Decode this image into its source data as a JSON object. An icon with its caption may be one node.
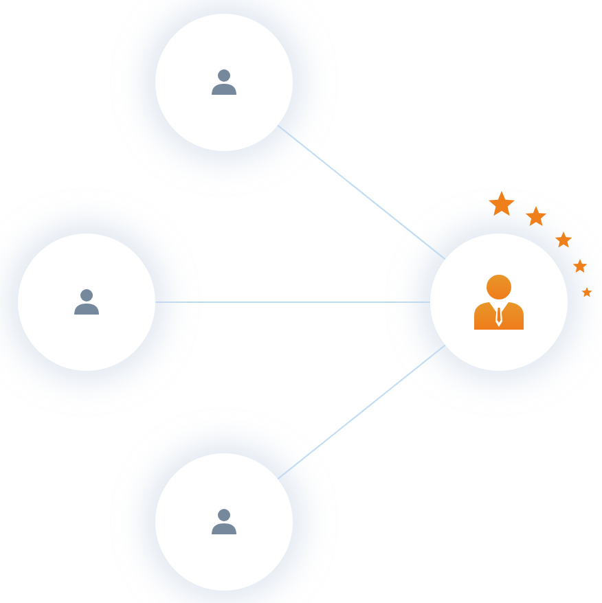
{
  "diagram": {
    "nodes": [
      {
        "text": [],
        "shape": "circle"
      },
      {
        "text": [],
        "shape": "circle"
      },
      {
        "text": [],
        "shape": "circle"
      },
      {
        "text": [],
        "shape": "circle"
      }
    ],
    "edges": [
      {
        "from": 0,
        "to": 3,
        "arrow": "none"
      },
      {
        "from": 1,
        "to": 3,
        "arrow": "none"
      },
      {
        "from": 2,
        "to": 3,
        "arrow": "none"
      }
    ]
  }
}
